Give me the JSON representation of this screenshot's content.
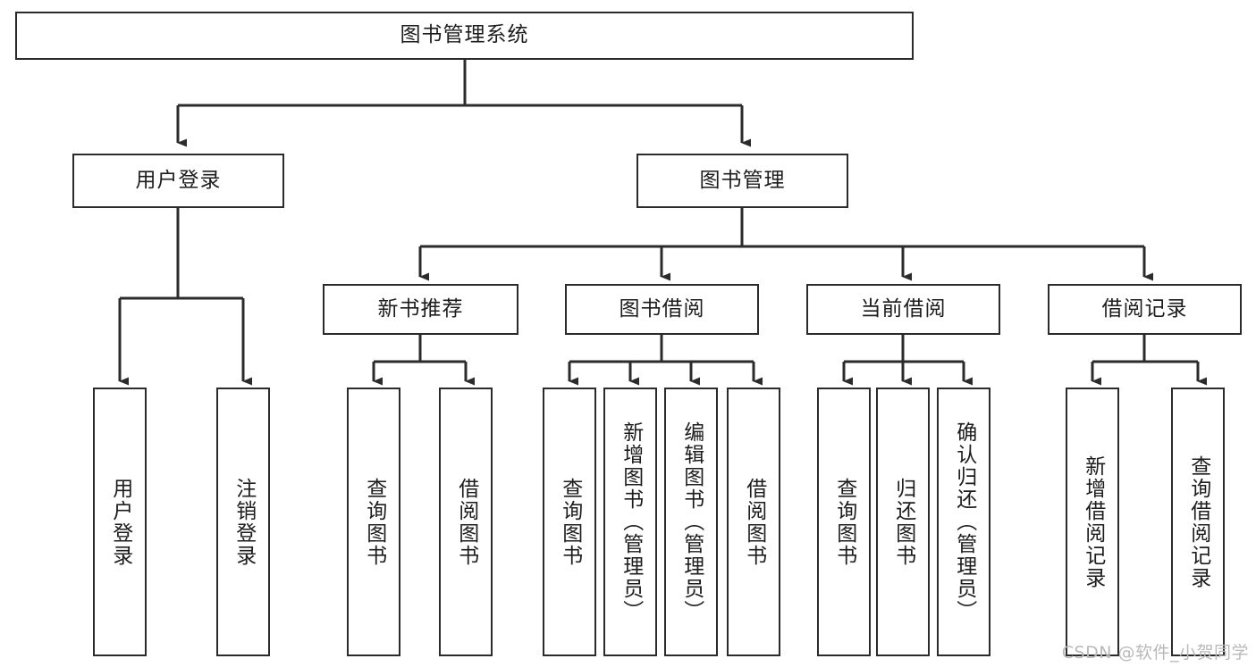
{
  "diagram": {
    "title_node": {
      "label": "图书管理系统"
    },
    "level1": [
      {
        "id": "user-login",
        "label": "用户登录"
      },
      {
        "id": "book-management",
        "label": "图书管理"
      }
    ],
    "level2": [
      {
        "id": "new-book-recommend",
        "label": "新书推荐"
      },
      {
        "id": "book-borrow",
        "label": "图书借阅"
      },
      {
        "id": "current-borrow",
        "label": "当前借阅"
      },
      {
        "id": "borrow-record",
        "label": "借阅记录"
      }
    ],
    "leaves": [
      {
        "id": "leaf-user-login",
        "label": "用户登录"
      },
      {
        "id": "leaf-logout-login",
        "label": "注销登录"
      },
      {
        "id": "leaf-query-book-1",
        "label": "查询图书"
      },
      {
        "id": "leaf-borrow-book-1",
        "label": "借阅图书"
      },
      {
        "id": "leaf-query-book-2",
        "label": "查询图书"
      },
      {
        "id": "leaf-add-book",
        "label": "新增图书（管理员）"
      },
      {
        "id": "leaf-edit-book",
        "label": "编辑图书（管理员）"
      },
      {
        "id": "leaf-borrow-book-2",
        "label": "借阅图书"
      },
      {
        "id": "leaf-query-book-3",
        "label": "查询图书"
      },
      {
        "id": "leaf-return-book",
        "label": "归还图书"
      },
      {
        "id": "leaf-confirm-return",
        "label": "确认归还（管理员）"
      },
      {
        "id": "leaf-add-record",
        "label": "新增借阅记录"
      },
      {
        "id": "leaf-query-record",
        "label": "查询借阅记录"
      }
    ],
    "watermark": "CSDN @软件_小贺同学",
    "colors": {
      "stroke": "#2b2b2b",
      "fill": "#ffffff",
      "text": "#1d1d1d",
      "watermark": "#b9b9b9"
    }
  }
}
